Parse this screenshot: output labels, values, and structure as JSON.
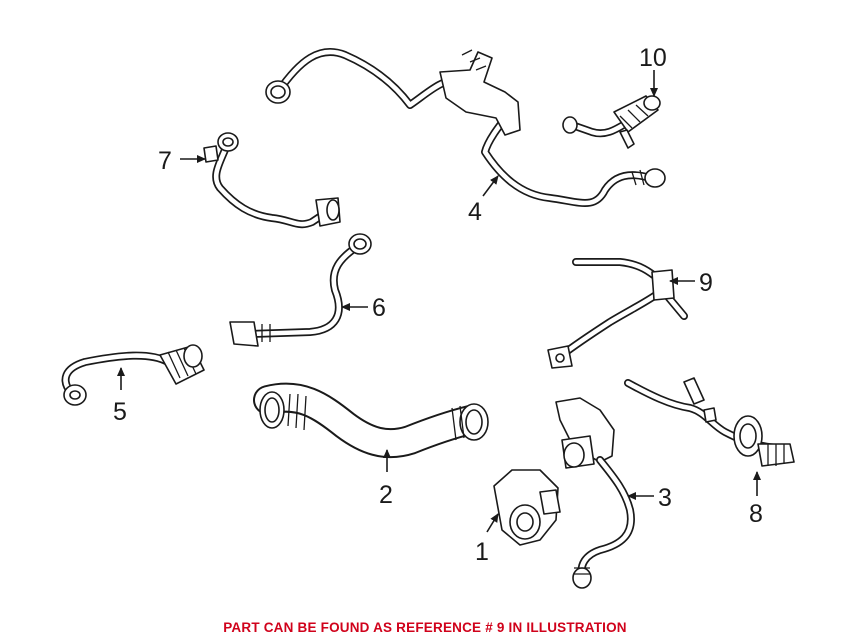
{
  "callouts": [
    {
      "id": "1",
      "label": "1"
    },
    {
      "id": "2",
      "label": "2"
    },
    {
      "id": "3",
      "label": "3"
    },
    {
      "id": "4",
      "label": "4"
    },
    {
      "id": "5",
      "label": "5"
    },
    {
      "id": "6",
      "label": "6"
    },
    {
      "id": "7",
      "label": "7"
    },
    {
      "id": "8",
      "label": "8"
    },
    {
      "id": "9",
      "label": "9"
    },
    {
      "id": "10",
      "label": "10"
    }
  ],
  "footer_note": "PART CAN BE FOUND AS REFERENCE # 9 IN ILLUSTRATION",
  "colors": {
    "line": "#1a1a1a",
    "note": "#d0021b",
    "background": "#ffffff"
  }
}
